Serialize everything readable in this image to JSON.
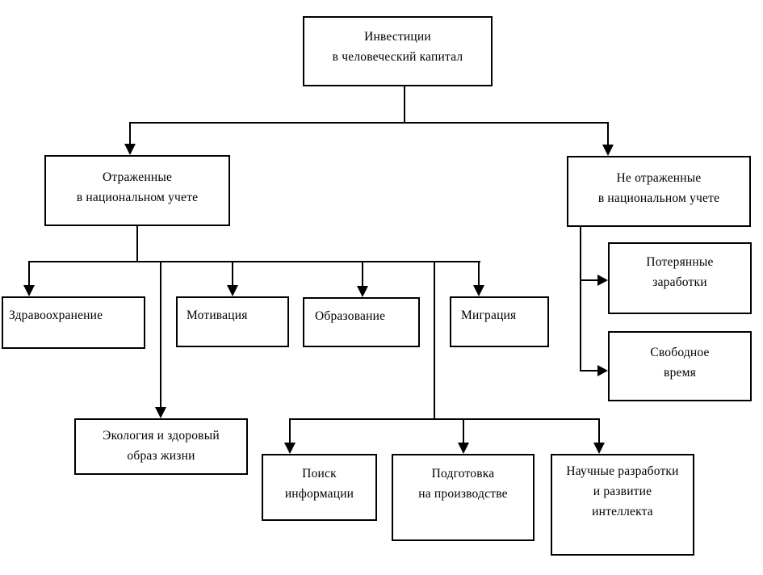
{
  "diagram": {
    "type": "flowchart",
    "language": "ru",
    "colors": {
      "line": "#000000",
      "box_border": "#000000",
      "box_background": "#ffffff",
      "page_background": "#ffffff",
      "text": "#000000"
    },
    "nodes": {
      "root": {
        "label": "Инвестиции\nв человеческий капитал"
      },
      "reflected": {
        "label": "Отраженные\nв национальном учете"
      },
      "not_reflected": {
        "label": "Не отраженные\nв национальном учете"
      },
      "healthcare": {
        "label": "Здравоохранение"
      },
      "motivation": {
        "label": "Мотивация"
      },
      "education": {
        "label": "Образование"
      },
      "migration": {
        "label": "Миграция"
      },
      "lost_earnings": {
        "label": "Потерянные\nзаработки"
      },
      "free_time": {
        "label": "Свободное\nвремя"
      },
      "ecology": {
        "label": "Экология и здоровый\nобраз жизни"
      },
      "info_search": {
        "label": "Поиск\nинформации"
      },
      "on_job_training": {
        "label": "Подготовка\nна производстве"
      },
      "rnd": {
        "label": "Научные разработки\nи развитие\nинтеллекта"
      }
    },
    "edges": [
      {
        "from": "root",
        "to": "reflected"
      },
      {
        "from": "root",
        "to": "not_reflected"
      },
      {
        "from": "reflected",
        "to": "healthcare"
      },
      {
        "from": "reflected",
        "to": "motivation"
      },
      {
        "from": "reflected",
        "to": "education"
      },
      {
        "from": "reflected",
        "to": "migration"
      },
      {
        "from": "reflected",
        "to": "ecology"
      },
      {
        "from": "reflected",
        "to": "info_search"
      },
      {
        "from": "reflected",
        "to": "on_job_training"
      },
      {
        "from": "reflected",
        "to": "rnd"
      },
      {
        "from": "not_reflected",
        "to": "lost_earnings"
      },
      {
        "from": "not_reflected",
        "to": "free_time"
      }
    ]
  }
}
